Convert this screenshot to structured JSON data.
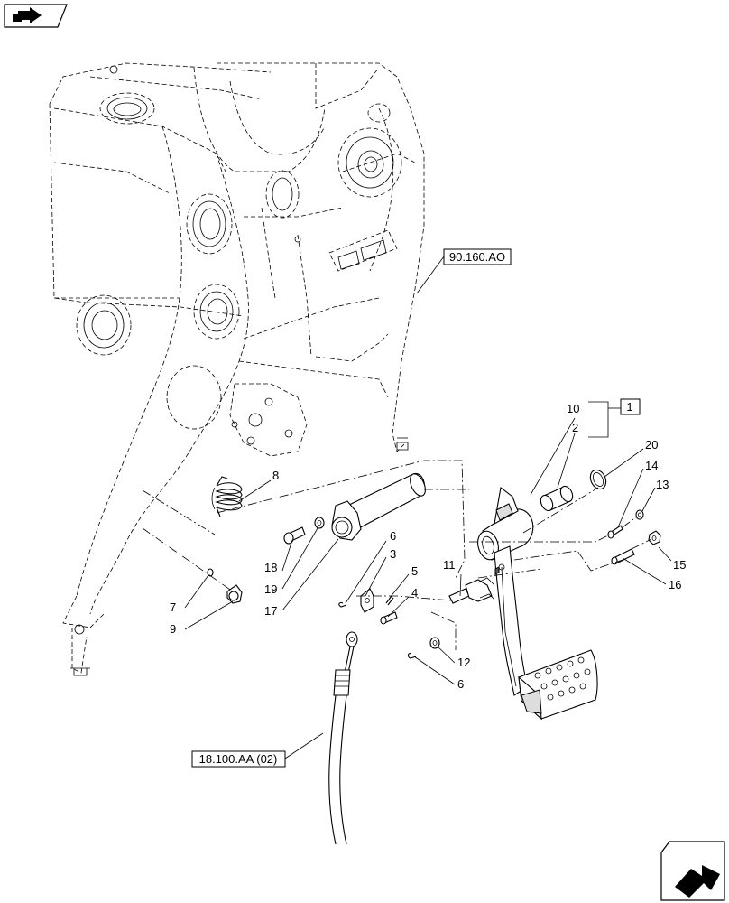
{
  "nav": {
    "prev_icon": "arrow-left-icon",
    "next_icon": "arrow-right-icon"
  },
  "references": {
    "frame_ref": "90.160.AO",
    "cable_ref": "18.100.AA (02)",
    "kit_box": "1"
  },
  "callouts": [
    {
      "id": "c10",
      "label": "10"
    },
    {
      "id": "c2",
      "label": "2"
    },
    {
      "id": "c20",
      "label": "20"
    },
    {
      "id": "c14",
      "label": "14"
    },
    {
      "id": "c13",
      "label": "13"
    },
    {
      "id": "c15",
      "label": "15"
    },
    {
      "id": "c16",
      "label": "16"
    },
    {
      "id": "c8",
      "label": "8"
    },
    {
      "id": "c18",
      "label": "18"
    },
    {
      "id": "c19",
      "label": "19"
    },
    {
      "id": "c17",
      "label": "17"
    },
    {
      "id": "c6a",
      "label": "6"
    },
    {
      "id": "c3",
      "label": "3"
    },
    {
      "id": "c5",
      "label": "5"
    },
    {
      "id": "c4",
      "label": "4"
    },
    {
      "id": "c11",
      "label": "11"
    },
    {
      "id": "c12",
      "label": "12"
    },
    {
      "id": "c6b",
      "label": "6"
    },
    {
      "id": "c7",
      "label": "7"
    },
    {
      "id": "c9",
      "label": "9"
    }
  ]
}
